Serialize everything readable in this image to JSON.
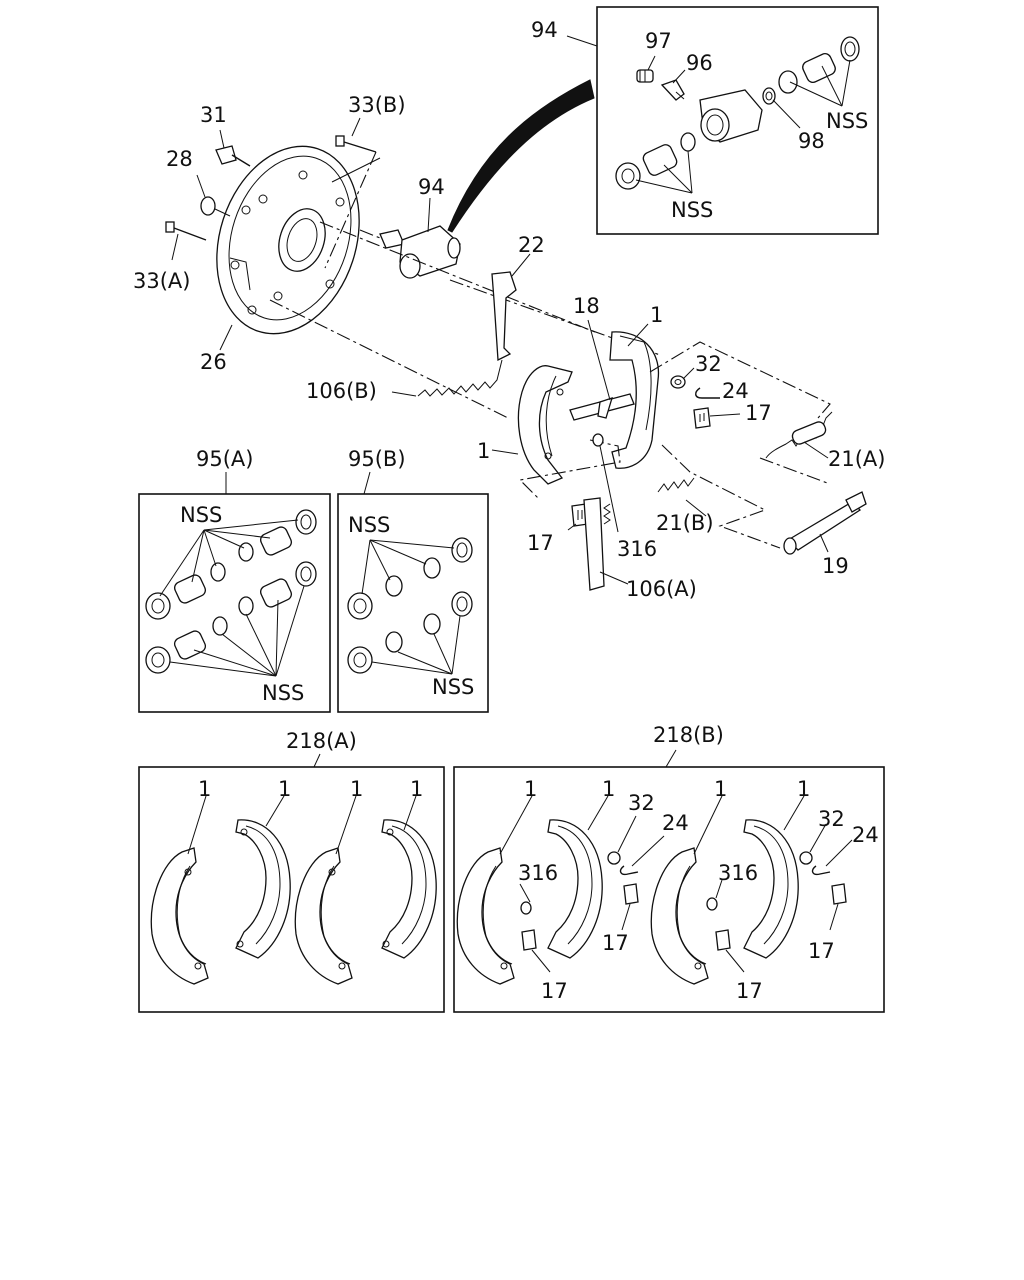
{
  "labels": {
    "p94_box": "94",
    "p97": "97",
    "p96": "96",
    "p98": "98",
    "nss_top_right": "NSS",
    "nss_top_bottom": "NSS",
    "p31": "31",
    "p33b": "33(B)",
    "p28": "28",
    "p94": "94",
    "p33a": "33(A)",
    "p26": "26",
    "p22": "22",
    "p18": "18",
    "p1_right": "1",
    "p32": "32",
    "p24": "24",
    "p17_right": "17",
    "p106b": "106(B)",
    "p1_left": "1",
    "p21a": "21(A)",
    "p21b": "21(B)",
    "p17_left": "17",
    "p316": "316",
    "p19": "19",
    "p106a": "106(A)",
    "p95a": "95(A)",
    "p95b": "95(B)",
    "nss_95a_top": "NSS",
    "nss_95a_bottom": "NSS",
    "nss_95b_top": "NSS",
    "nss_95b_bottom": "NSS",
    "p218a": "218(A)",
    "p218b": "218(B)",
    "a_1_1": "1",
    "a_1_2": "1",
    "a_1_3": "1",
    "a_1_4": "1",
    "b_1_1": "1",
    "b_1_2": "1",
    "b_1_3": "1",
    "b_1_4": "1",
    "b_32_1": "32",
    "b_24_1": "24",
    "b_32_2": "32",
    "b_24_2": "24",
    "b_316_1": "316",
    "b_316_2": "316",
    "b_17_1": "17",
    "b_17_2": "17",
    "b_17_3": "17",
    "b_17_4": "17"
  }
}
